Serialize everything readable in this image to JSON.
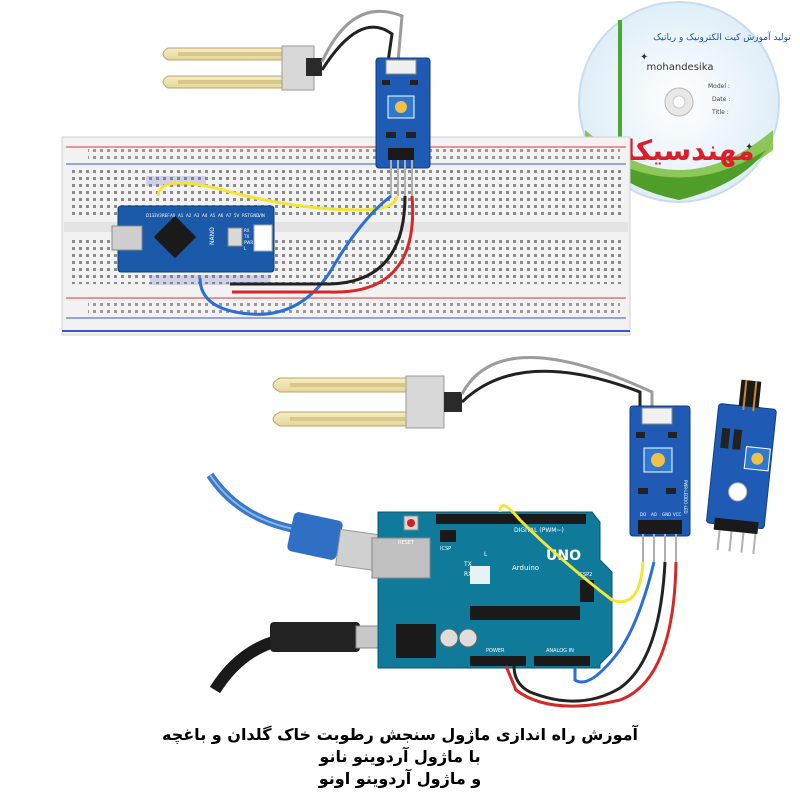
{
  "cd": {
    "line1": "تولید آموزش کیت الکترونیک و رباتیک",
    "site": "mohandesika",
    "model_label": "Model :",
    "date_label": "Date :",
    "title_label": "Title :",
    "logo": "مهندسیکا"
  },
  "nano": {
    "board_label": "NANO",
    "pins_top": [
      "D13",
      "3V3",
      "REF",
      "A0",
      "A1",
      "A2",
      "A3",
      "A4",
      "A5",
      "A6",
      "A7",
      "5V",
      "RST",
      "GND",
      "VIN"
    ],
    "side_labels": [
      "RX",
      "TX",
      "PWR",
      "L"
    ]
  },
  "uno": {
    "brand": "UNO",
    "brand_sub": "Arduino",
    "digital_label": "DIGITAL (PWM~)",
    "power_label": "POWER",
    "analog_label": "ANALOG IN",
    "tx_label": "TX",
    "rx_label": "RX",
    "l_label": "L",
    "icsp_label": "ICSP2",
    "icsp2_label": "ICSP",
    "reset_label": "RESET"
  },
  "module": {
    "pin_labels": [
      "DO",
      "AO",
      "GND",
      "VCC"
    ],
    "led_labels": [
      "PWR-LED",
      "DO-LED"
    ]
  },
  "caption": {
    "line1": "آموزش راه اندازی ماژول سنجش رطوبت خاک گلدان و باغچه",
    "line2": "با ماژول آردوینو نانو",
    "line3": "و ماژول آردوینو اونو"
  }
}
